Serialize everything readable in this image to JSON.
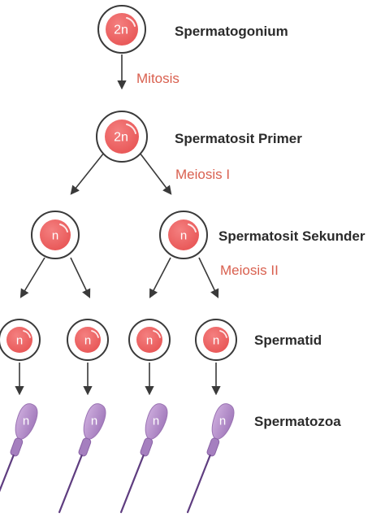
{
  "stages": {
    "spermatogonium": "Spermatogonium",
    "primary": "Spermatosit Primer",
    "secondary": "Spermatosit Sekunder",
    "spermatid": "Spermatid",
    "spermatozoa": "Spermatozoa"
  },
  "processes": {
    "mitosis": "Mitosis",
    "meiosis1": "Meiosis I",
    "meiosis2": "Meiosis II"
  },
  "ploidy": {
    "diploid": "2n",
    "haploid": "n"
  },
  "colors": {
    "nucleus": "#f06a6a",
    "ring": "#3a3a3a",
    "arrow": "#3a3a3a",
    "process_text": "#d9604f",
    "sperm_body": "#b691c9",
    "sperm_tail": "#5f3d80"
  }
}
